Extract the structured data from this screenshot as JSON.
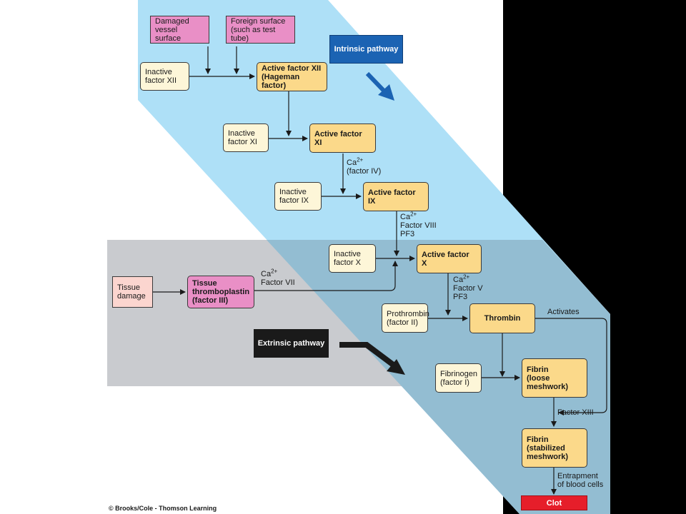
{
  "pathways": {
    "intrinsic_label": "Intrinsic pathway",
    "extrinsic_label": "Extrinsic pathway"
  },
  "boxes": {
    "damaged": [
      "Damaged",
      "vessel surface"
    ],
    "foreign": [
      "Foreign surface",
      "(such as test tube)"
    ],
    "inactive_xii": [
      "Inactive",
      "factor XII"
    ],
    "active_xii": [
      "Active factor XII",
      "(Hageman factor)"
    ],
    "inactive_xi": [
      "Inactive",
      "factor XI"
    ],
    "active_xi": [
      "Active factor XI"
    ],
    "inactive_ix": [
      "Inactive",
      "factor IX"
    ],
    "active_ix": [
      "Active factor IX"
    ],
    "inactive_x": [
      "Inactive",
      "factor X"
    ],
    "active_x": [
      "Active factor X"
    ],
    "tissue_damage": [
      "Tissue",
      "damage"
    ],
    "tissue_thromboplastin": [
      "Tissue",
      "thromboplastin",
      "(factor III)"
    ],
    "prothrombin": [
      "Prothrombin",
      "(factor II)"
    ],
    "thrombin": [
      "Thrombin"
    ],
    "fibrinogen": [
      "Fibrinogen",
      "(factor I)"
    ],
    "fibrin_loose": [
      "Fibrin",
      "(loose",
      "meshwork)"
    ],
    "fibrin_stabilized": [
      "Fibrin",
      "(stabilized",
      "meshwork)"
    ],
    "clot": "Clot"
  },
  "cofactors": {
    "ca_base": "Ca",
    "ca_sup": "2+",
    "to_xi_extra": [
      "(factor IV)"
    ],
    "to_ix_extra": [
      "Factor VIII",
      "PF3"
    ],
    "extrinsic_extra": [
      "Factor VII"
    ],
    "to_x_extra": [
      "Factor V",
      "PF3"
    ]
  },
  "arrow_labels": {
    "activates": "Activates",
    "factor_xiii": "Factor XIII",
    "entrapment": [
      "Entrapment",
      "of blood cells"
    ]
  },
  "credit": "© Brooks/Cole - Thomson Learning",
  "colors": {
    "intrinsic_band": "#aee0f7",
    "extrinsic_band": "#c9cbcf",
    "overlap_band": "#93bdd2",
    "intrinsic_label": "#1b63b3",
    "clot": "#e61e2a",
    "active_factor": "#fbd98a",
    "inactive_factor": "#fdf6d8",
    "initiator": "#e98fc6"
  },
  "icons": [
    "intrinsic-direction-arrow-icon",
    "extrinsic-direction-arrow-icon"
  ]
}
